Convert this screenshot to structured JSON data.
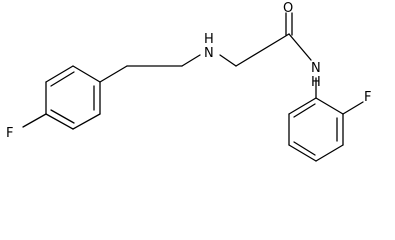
{
  "structure": {
    "atom_labels": {
      "fluorine_left": "F",
      "amine_nitrogen": "H\nN",
      "amide_nitrogen": "N\nH",
      "carbonyl_oxygen": "O",
      "fluorine_right": "F"
    },
    "colors": {
      "bond": "#000000",
      "background": "#ffffff"
    }
  }
}
